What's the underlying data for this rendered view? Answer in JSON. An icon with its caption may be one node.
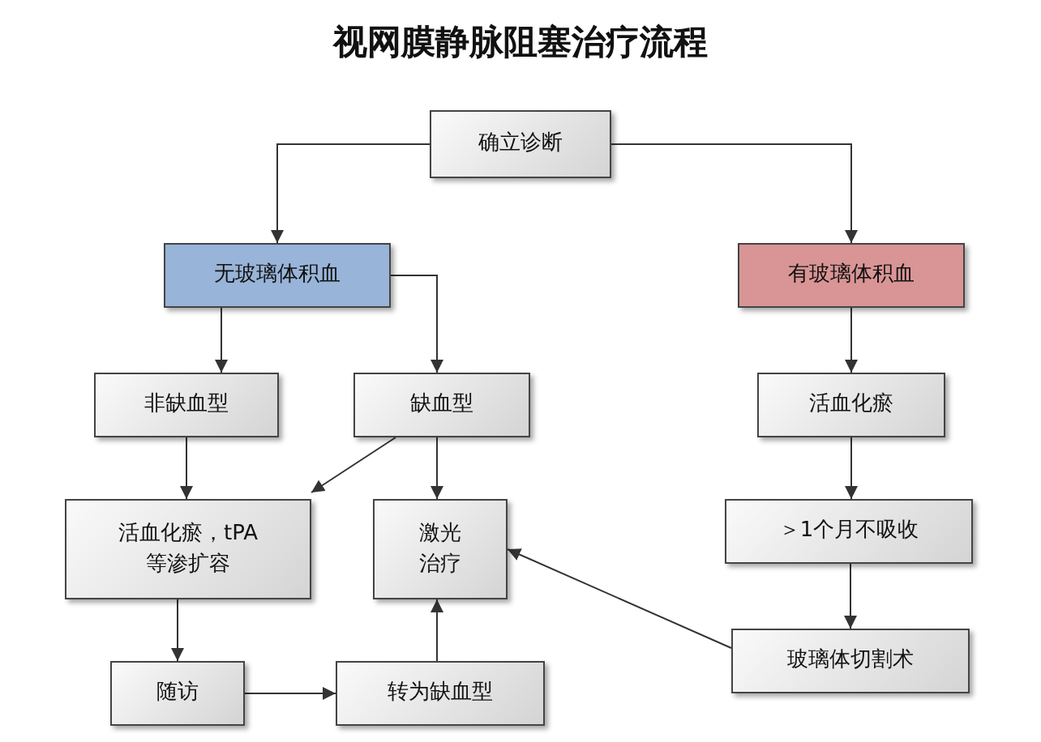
{
  "diagram": {
    "title": "视网膜静脉阻塞治疗流程",
    "nodes": [
      {
        "text": [
          "确立诊断"
        ]
      },
      {
        "text": [
          "无玻璃体积血"
        ]
      },
      {
        "text": [
          "有玻璃体积血"
        ]
      },
      {
        "text": [
          "非缺血型"
        ]
      },
      {
        "text": [
          "缺血型"
        ]
      },
      {
        "text": [
          "活血化瘀"
        ]
      },
      {
        "text": [
          "活血化瘀，tPA等渗扩容"
        ]
      },
      {
        "text": [
          "激光治疗"
        ]
      },
      {
        "text": [
          "＞1个月不吸收"
        ]
      },
      {
        "text": [
          "随访"
        ]
      },
      {
        "text": [
          "转为缺血型"
        ]
      },
      {
        "text": [
          "玻璃体切割术"
        ]
      }
    ],
    "edges": [
      {
        "from": 0,
        "to": 1,
        "arrow": "to"
      },
      {
        "from": 0,
        "to": 2,
        "arrow": "to"
      },
      {
        "from": 1,
        "to": 3,
        "arrow": "to"
      },
      {
        "from": 1,
        "to": 4,
        "arrow": "to"
      },
      {
        "from": 2,
        "to": 5,
        "arrow": "to"
      },
      {
        "from": 3,
        "to": 6,
        "arrow": "to"
      },
      {
        "from": 4,
        "to": 6,
        "arrow": "to"
      },
      {
        "from": 4,
        "to": 7,
        "arrow": "to"
      },
      {
        "from": 5,
        "to": 8,
        "arrow": "to"
      },
      {
        "from": 6,
        "to": 9,
        "arrow": "to"
      },
      {
        "from": 8,
        "to": 11,
        "arrow": "to"
      },
      {
        "from": 9,
        "to": 10,
        "arrow": "to"
      },
      {
        "from": 10,
        "to": 7,
        "arrow": "to"
      },
      {
        "from": 11,
        "to": 7,
        "arrow": "to"
      }
    ]
  }
}
